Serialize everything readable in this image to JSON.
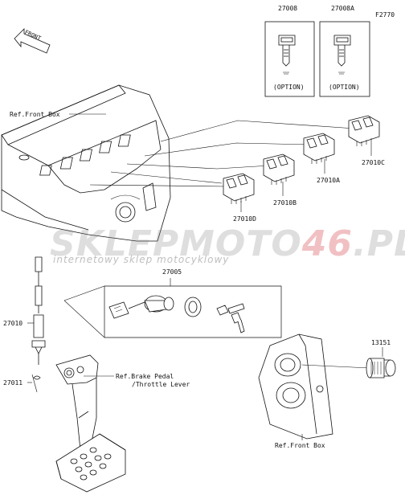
{
  "figure_code": "F2770",
  "front_arrow": "FRONT",
  "ref_labels": {
    "front_box_top": "Ref.Front Box",
    "front_box_bottom": "Ref.Front Box",
    "brake_line1": "Ref.Brake Pedal",
    "brake_line2": "/Throttle Lever"
  },
  "parts": {
    "p27008": "27008",
    "p27008A": "27008A",
    "option_a": "(OPTION)",
    "option_b": "(OPTION)",
    "p27010C": "27010C",
    "p27010A": "27010A",
    "p27010B": "27010B",
    "p27010D": "27010D",
    "p27005": "27005",
    "p27010": "27010",
    "p27011": "27011",
    "p13151": "13151"
  },
  "watermark": {
    "part1": "SKLEP",
    "part2": "MOTO",
    "part3": "46",
    "part4": ".PL",
    "tagline": "internetowy sklep motocyklowy",
    "color_grey": "#8c8c8c",
    "color_red": "#d0202a"
  }
}
